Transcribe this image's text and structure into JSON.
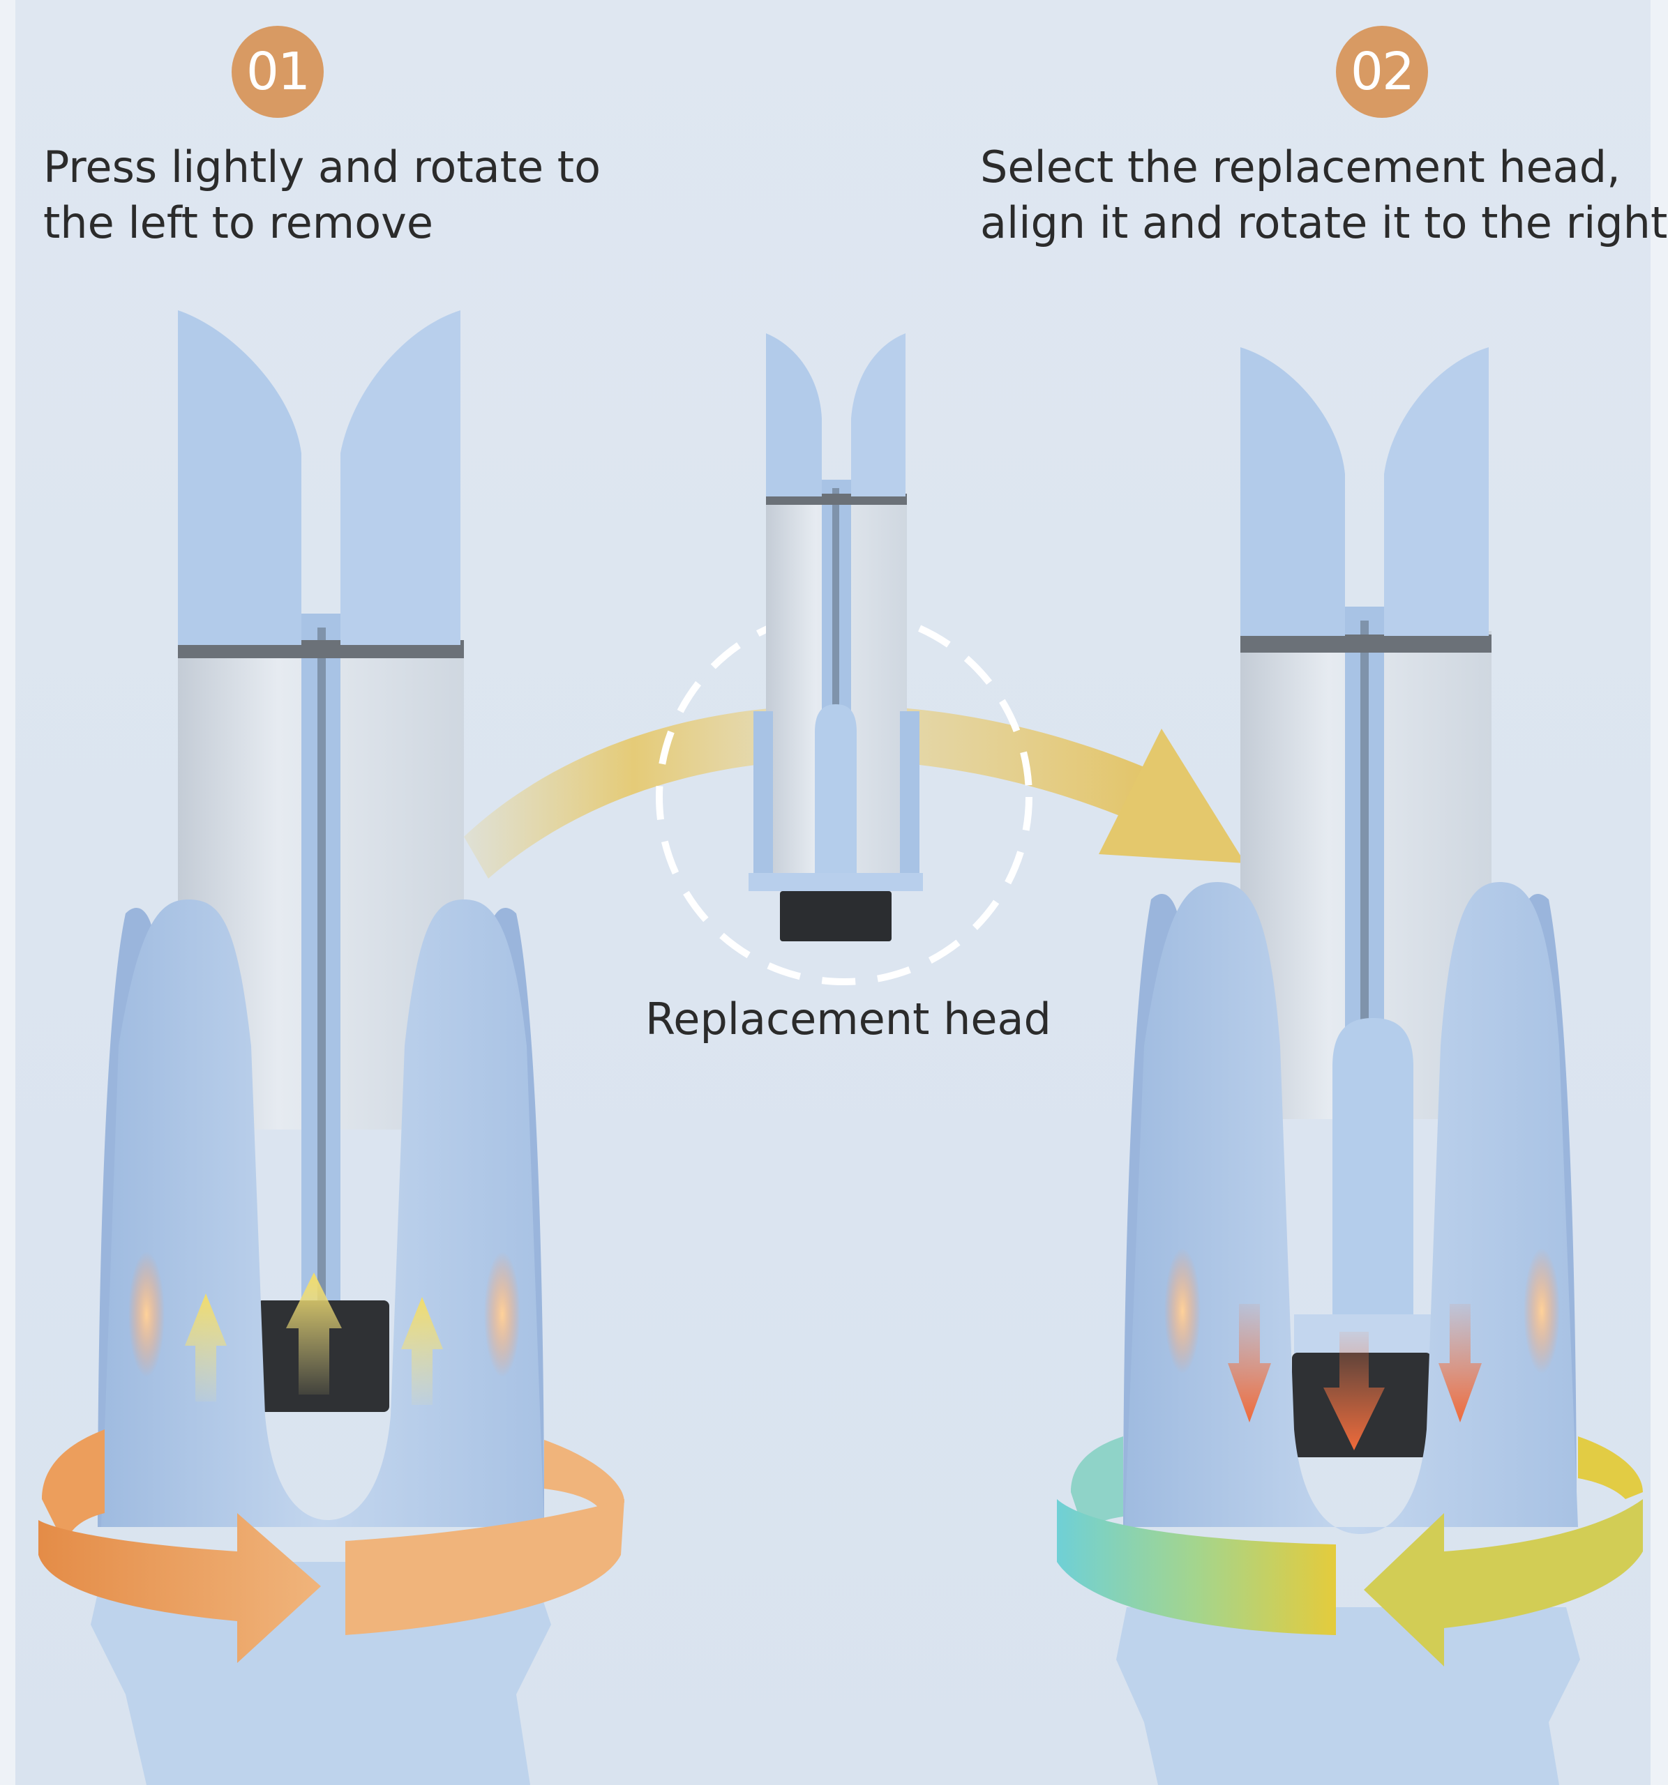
{
  "steps": [
    {
      "number": "01",
      "line1": "Press lightly and rotate to",
      "line2": "the left to remove"
    },
    {
      "number": "02",
      "line1": "Select the replacement head,",
      "line2": "align it and rotate it to the right"
    }
  ],
  "replacement_label": "Replacement head",
  "colors": {
    "background": "#dde6f1",
    "badge": "#d89a63",
    "device_blue": "#b3cbe8",
    "barrel": "#dbe2ea",
    "arc_arrow": "#e6c770",
    "orange_ring": "#e69a55",
    "teal_ring": "#7ccdd0",
    "yellow_ring": "#e3cc45",
    "up_arrows": "#f2e07a",
    "down_arrows": "#f07a4c"
  },
  "icons": [
    "rotate-left-ring-icon",
    "rotate-right-ring-icon",
    "up-arrow-icon",
    "down-arrow-icon",
    "dashed-circle-icon",
    "curved-arrow-icon"
  ]
}
